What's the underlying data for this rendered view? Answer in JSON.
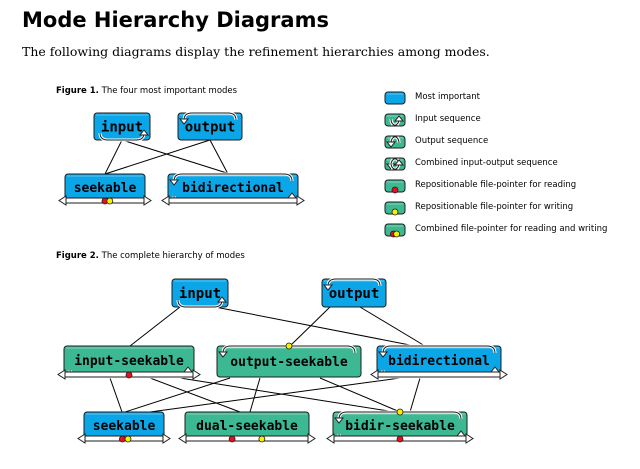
{
  "page": {
    "title": "Mode Hierarchy Diagrams",
    "intro": "The following diagrams display the refinement hierarchies among modes."
  },
  "figure1": {
    "caption_label": "Figure 1.",
    "caption_text": "The four most important modes",
    "nodes": {
      "input": "input",
      "output": "output",
      "seekable": "seekable",
      "bidirectional": "bidirectional"
    }
  },
  "legend": {
    "items": [
      {
        "key": "most_important",
        "label": "Most important"
      },
      {
        "key": "input_sequence",
        "label": "Input sequence"
      },
      {
        "key": "output_sequence",
        "label": "Output sequence"
      },
      {
        "key": "combined_sequence",
        "label": "Combined input-output sequence"
      },
      {
        "key": "read_pointer",
        "label": "Repositionable file-pointer for reading"
      },
      {
        "key": "write_pointer",
        "label": "Repositionable file-pointer for writing"
      },
      {
        "key": "combined_pointer",
        "label": "Combined file-pointer for reading and writing"
      }
    ]
  },
  "figure2": {
    "caption_label": "Figure 2.",
    "caption_text": "The complete hierarchy of modes",
    "nodes": {
      "input": "input",
      "output": "output",
      "input_seekable": "input-seekable",
      "output_seekable": "output-seekable",
      "bidirectional": "bidirectional",
      "seekable": "seekable",
      "dual_seekable": "dual-seekable",
      "bidir_seekable": "bidir-seekable"
    }
  },
  "colors": {
    "most_important": "#0aa6e8",
    "other": "#3cb993",
    "read_dot": "#e8101c",
    "write_dot": "#f4f000",
    "outline": "#1e1e1e"
  }
}
